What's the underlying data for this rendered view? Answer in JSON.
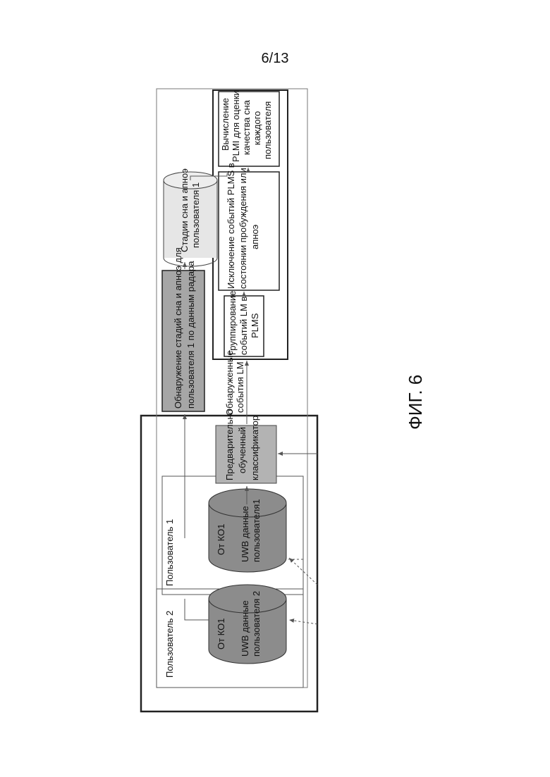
{
  "page": {
    "number": "6/13"
  },
  "figure": {
    "caption": "ФИГ. 6"
  },
  "diagram": {
    "user2_label": "Пользователь 2",
    "user1_label": "Пользователь 1",
    "user2_db": {
      "line1": "От КО1",
      "line2": "UWB данные",
      "line3": "пользователя 2"
    },
    "user1_db": {
      "line1": "От КО1",
      "line2": "UWB данные",
      "line3": "пользователя1"
    },
    "classifier": {
      "line1": "Предварительно",
      "line2": "обученный",
      "line3": "классификатор"
    },
    "detection": {
      "line1": "Обнаружение стадий сна и апноэ для",
      "line2": "пользователя 1 по данным радара"
    },
    "lm_events": {
      "line1": "Обнаруженные",
      "line2": "события LM"
    },
    "sleep_db": {
      "line1": "Стадии сна и апноэ",
      "line2": "пользователя 1"
    },
    "grouping": {
      "line1": "Группирование",
      "line2": "событий LM в",
      "line3": "PLMS"
    },
    "exclusion": {
      "line1": "Исключение событий PLMS в",
      "line2": "состоянии пробуждения или",
      "line3": "апноэ"
    },
    "plmi": {
      "line1": "Вычисление",
      "line2": "PLMI для оценки",
      "line3": "качества сна",
      "line4": "каждого",
      "line5": "пользователя"
    }
  },
  "colors": {
    "cylinder_fill": "#8c8c8c",
    "classifier_fill": "#b3b3b3",
    "detection_fill": "#a6a6a6",
    "sleep_db_fill": "#e6e6e6",
    "stroke": "#333333"
  }
}
